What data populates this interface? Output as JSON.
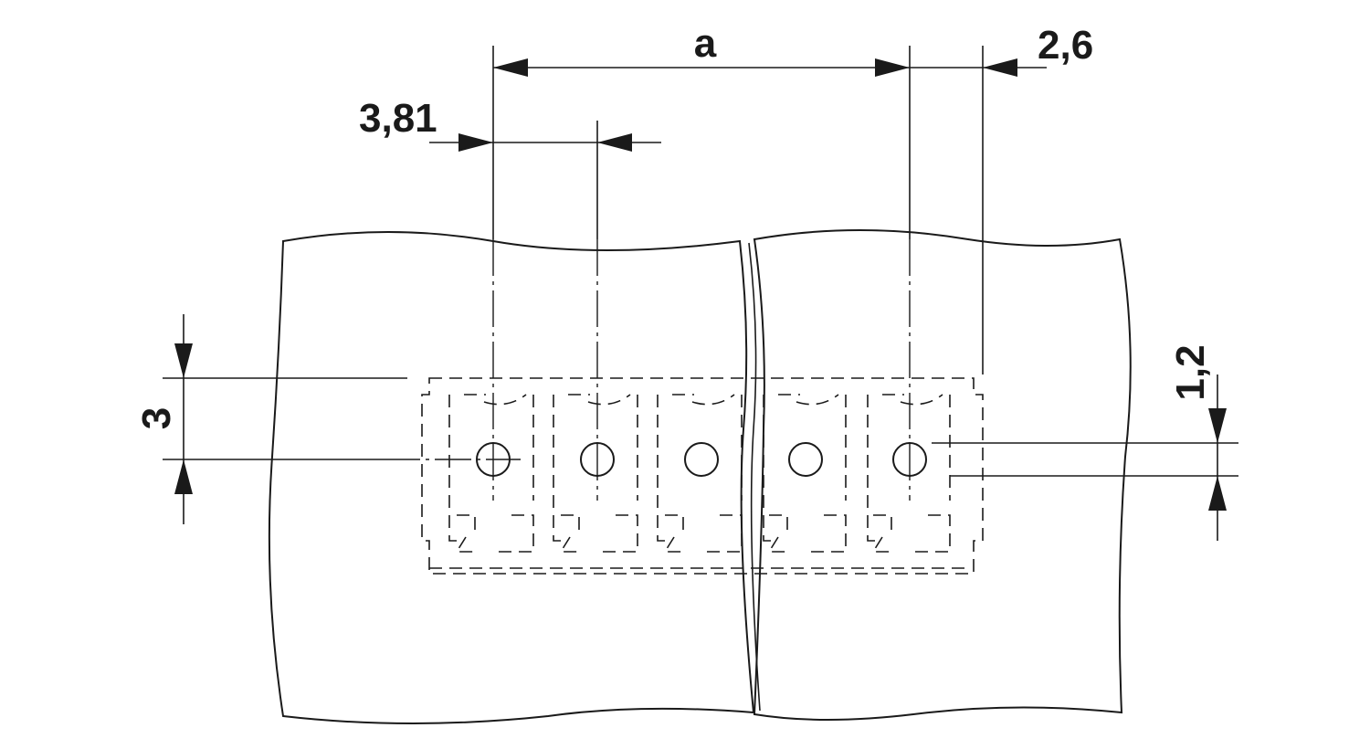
{
  "dimensions": {
    "a": "a",
    "pitch": "3,81",
    "offset": "2,6",
    "height": "3",
    "hole": "1,2"
  },
  "pins": {
    "count": 5
  }
}
